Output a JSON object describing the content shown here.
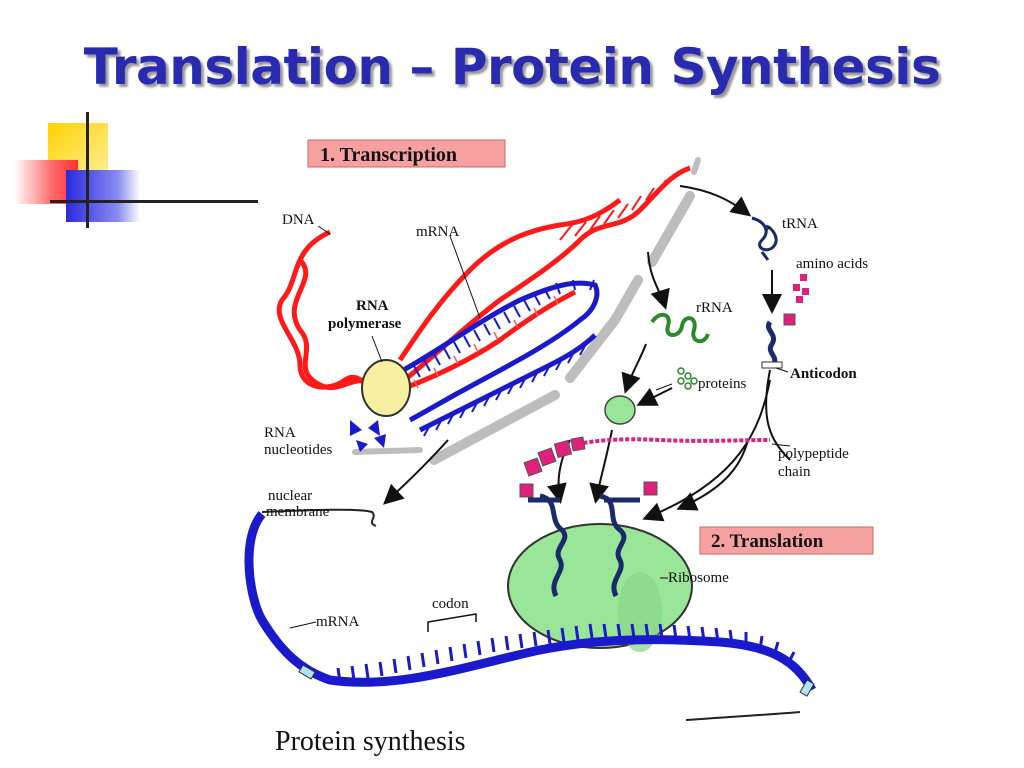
{
  "slide": {
    "title": "Translation – Protein Synthesis"
  },
  "diagram": {
    "caption": "Protein synthesis",
    "stages": {
      "transcription": "1. Transcription",
      "translation": "2. Translation"
    },
    "labels": {
      "dna": "DNA",
      "mrna_top": "mRNA",
      "rna_polymerase_1": "RNA",
      "rna_polymerase_2": "polymerase",
      "rna_nucleotides_1": "RNA",
      "rna_nucleotides_2": "nucleotides",
      "nuclear_membrane_1": "nuclear",
      "nuclear_membrane_2": "membrane",
      "rrna": "rRNA",
      "trna": "tRNA",
      "amino_acids": "amino acids",
      "anticodon": "Anticodon",
      "proteins": "proteins",
      "polypeptide_1": "polypeptide",
      "polypeptide_2": "chain",
      "ribosome": "Ribosome",
      "codon": "codon",
      "mrna_bottom": "mRNA"
    },
    "colors": {
      "dna": "#ff1a1a",
      "mrna": "#1a1acc",
      "ribosome": "#99e699",
      "label_box": "#f7a0a0",
      "amino_acid": "#e0207a",
      "trna": "#1a2a6a",
      "rrna": "#2a8a2a",
      "polymerase": "#f7f0a0",
      "membrane": "#c8c8c8"
    }
  }
}
